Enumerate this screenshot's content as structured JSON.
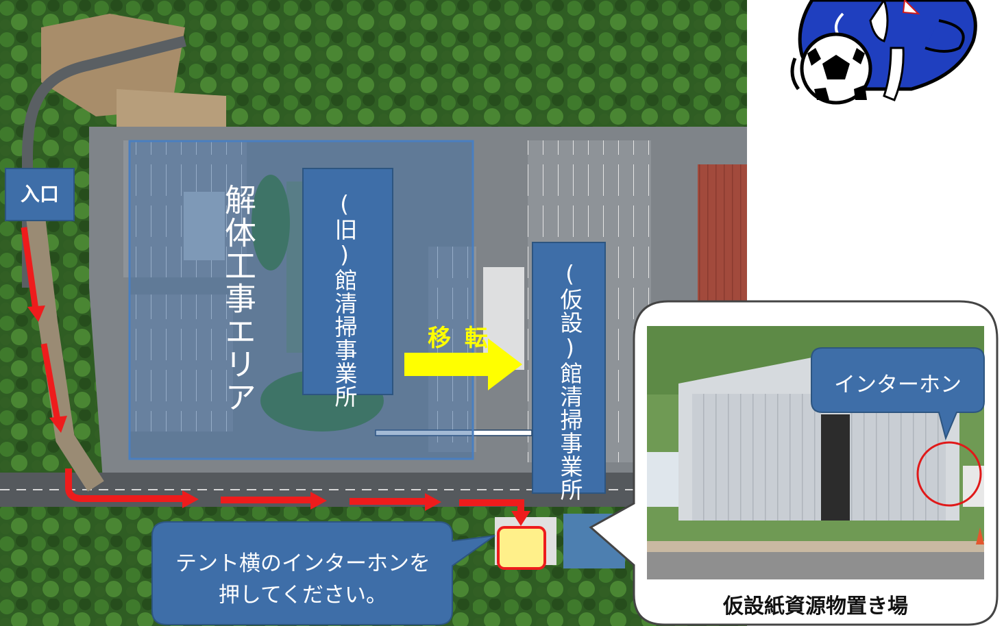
{
  "labels": {
    "entrance": "入口",
    "demolition_area": "解体工事エリア",
    "old_office": "(旧)館清掃事業所",
    "temp_office": "(仮設)館清掃事業所",
    "relocation": "移 転",
    "intercom_note": "テント横のインターホンを押してください。",
    "intercom_callout": "インターホン",
    "photo_caption": "仮設紙資源物置き場"
  },
  "colors": {
    "box_fill": "#3e6ea8",
    "box_border": "#2d5580",
    "route_red": "#ee1c1c",
    "arrow_yellow": "#ffff00",
    "tent_marker": "#fff08a"
  }
}
